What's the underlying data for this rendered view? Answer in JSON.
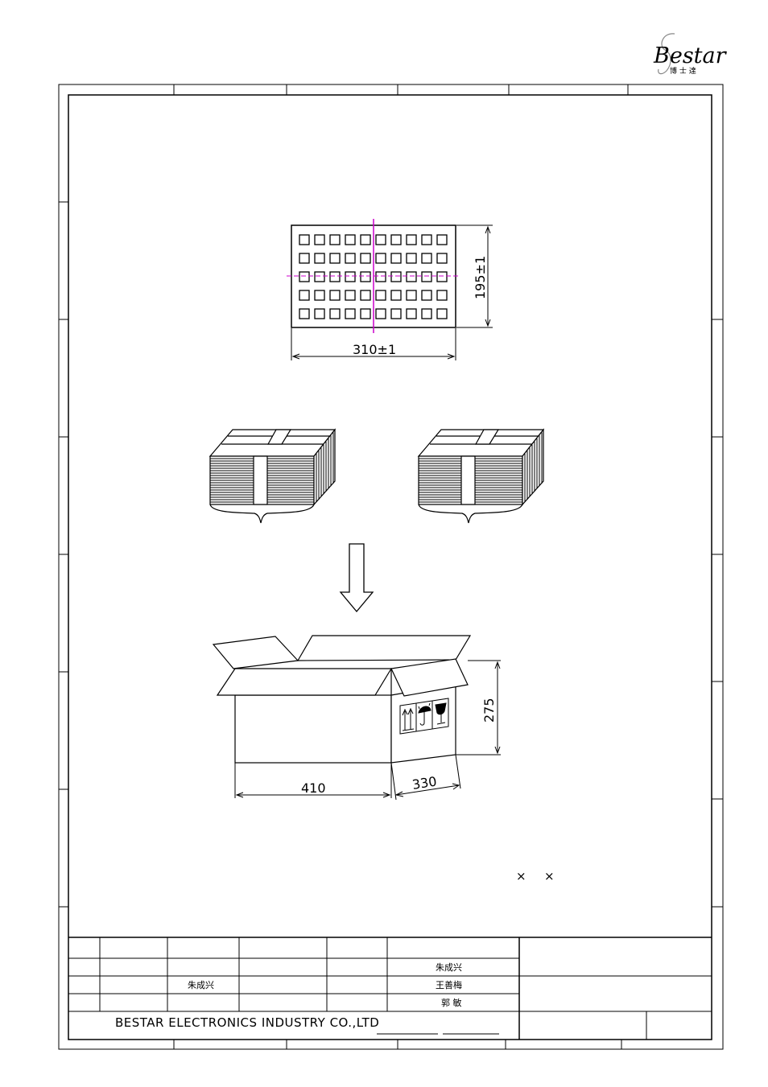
{
  "logo": {
    "brand": "Bestar",
    "chinese": "博 士 達"
  },
  "tray": {
    "width_label": "310±1",
    "height_label": "195±1",
    "rows": 5,
    "cols": 10
  },
  "carton": {
    "length_label": "410",
    "width_label": "330",
    "height_label": "275"
  },
  "note_marks": [
    "×",
    "×"
  ],
  "title_block": {
    "drawn": "朱成兴",
    "designer": "朱成兴",
    "checker": "王善梅",
    "approver": "郭 敏",
    "company": "BESTAR ELECTRONICS INDUSTRY CO.,LTD"
  },
  "colors": {
    "line": "#000000",
    "centerline": "#cc00cc"
  }
}
